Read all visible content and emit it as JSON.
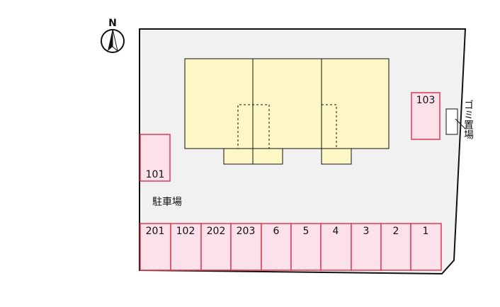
{
  "compass": {
    "letter": "N"
  },
  "colors": {
    "lot": "#f1f1f1",
    "building": "#fdf7c6",
    "parking_fill": "#fce1ea",
    "parking_border": "#de3a55",
    "outline": "#111111"
  },
  "lot_label": "駐車場",
  "garbage_label": "ゴミ置場",
  "spaces": {
    "s101": "101",
    "s103": "103",
    "row": [
      "201",
      "102",
      "202",
      "203",
      "6",
      "5",
      "4",
      "3",
      "2",
      "1"
    ]
  }
}
